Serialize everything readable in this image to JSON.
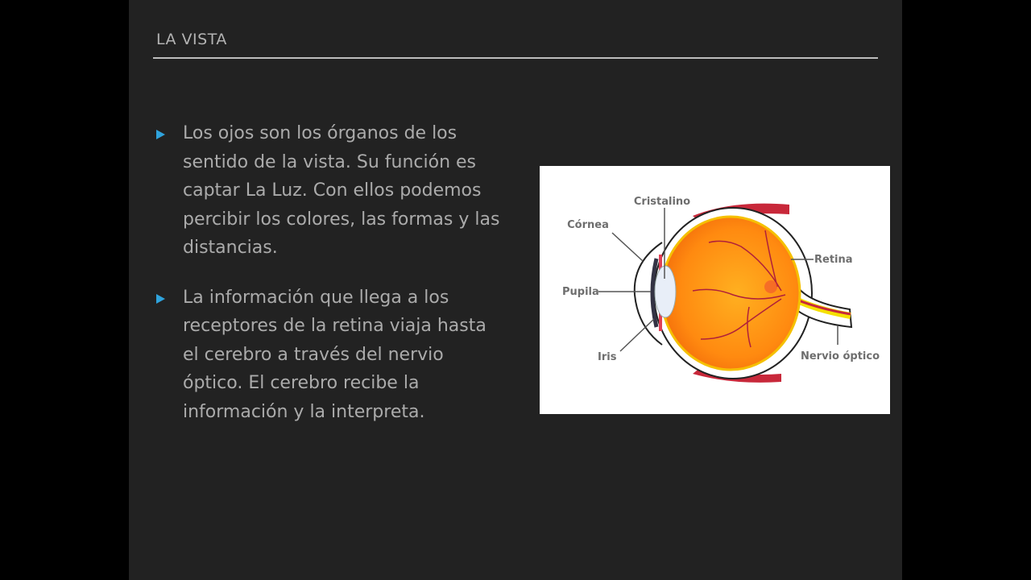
{
  "slide": {
    "title": "LA VISTA",
    "bullets": [
      {
        "lines": [
          "Los ojos son los órganos de los",
          "sentido de la vista. Su función es",
          "captar La Luz. Con ellos podemos",
          "percibir los colores, las formas y las",
          "distancias."
        ]
      },
      {
        "lines": [
          "La información que llega a los",
          "receptores de la retina viaja hasta",
          "el cerebro a través del nervio",
          "óptico. El cerebro recibe la",
          "información y la interpreta."
        ]
      }
    ],
    "figure": {
      "labels": {
        "cristalino": "Cristalino",
        "cornea": "Córnea",
        "retina": "Retina",
        "pupila": "Pupila",
        "iris": "Iris",
        "nervio": "Nervio óptico"
      }
    }
  },
  "colors": {
    "bullet": "#2fa3dc",
    "background": "#222222",
    "text": "#ababab"
  }
}
